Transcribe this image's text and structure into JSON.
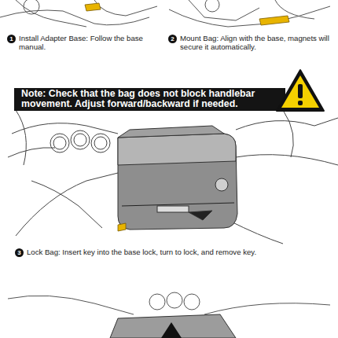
{
  "diagram": {
    "nodes": [
      {
        "text": [
          "1"
        ]
      },
      {
        "text": [
          "2"
        ]
      },
      {
        "text": [
          "Note: Check that the bag does not block handlebar movement. Adjust forward/backward if needed."
        ]
      },
      {
        "text": [
          "3"
        ]
      }
    ],
    "labels": [
      "Install Adapter Base: Follow the base manual.",
      "Mount Bag: Align with the base, magnets will secure it automatically.",
      "Lock Bag: Insert key into the base lock, turn to lock, and remove key."
    ]
  }
}
